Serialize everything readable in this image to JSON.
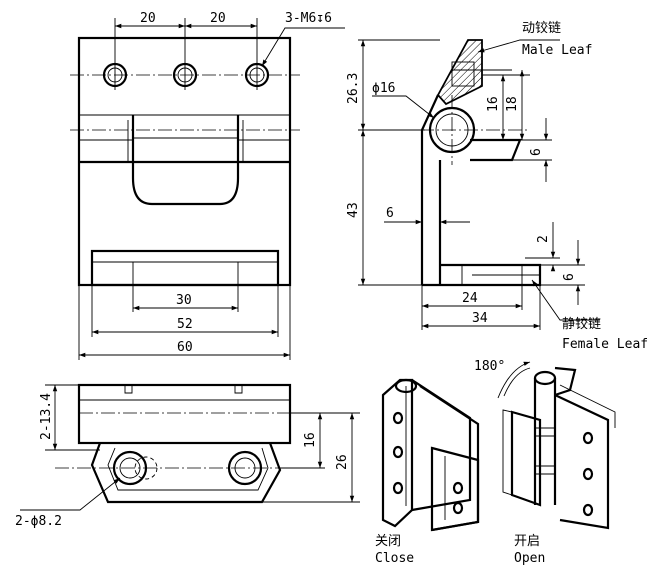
{
  "front": {
    "dims": {
      "hole_pitch_left": "20",
      "hole_pitch_right": "20",
      "thread": "3-M6↧6",
      "width_30": "30",
      "width_52": "52",
      "width_60": "60"
    }
  },
  "side": {
    "labels": {
      "male_cn": "动铰链",
      "male_en": "Male Leaf",
      "female_cn": "静铰链",
      "female_en": "Female Leaf"
    },
    "dims": {
      "d263": "26.3",
      "phi16": "ϕ16",
      "d16": "16",
      "d18": "18",
      "d6_top": "6",
      "d43": "43",
      "d6_web": "6",
      "d2": "2",
      "d6_bottom": "6",
      "d24": "24",
      "d34": "34"
    }
  },
  "bottom": {
    "dims": {
      "d134": "2-13.4",
      "d16": "16",
      "d26": "26",
      "phi82": "2-ϕ8.2"
    }
  },
  "iso": {
    "rotation": "180°",
    "close_cn": "关闭",
    "close_en": "Close",
    "open_cn": "开启",
    "open_en": "Open"
  }
}
